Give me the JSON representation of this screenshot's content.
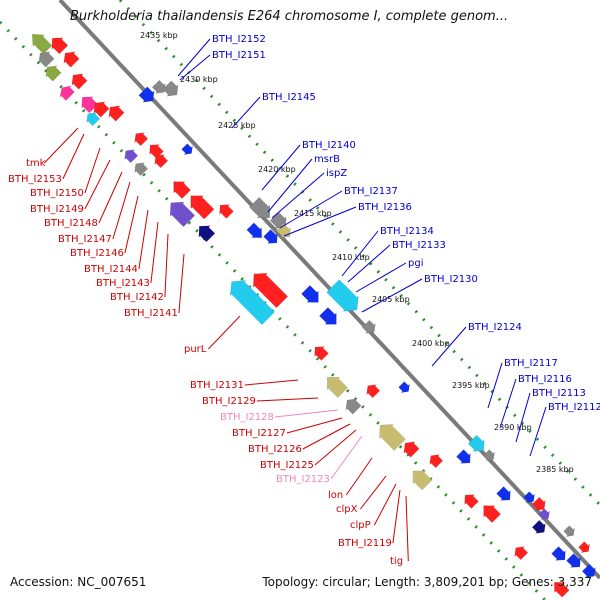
{
  "title": "Burkholderia thailandensis E264 chromosome I, complete genom...",
  "footer": {
    "accession": "Accession: NC_007651",
    "summary": "Topology: circular; Length: 3,809,201 bp; Genes: 3,337"
  },
  "ticks": [
    "2435 kbp",
    "2430 kbp",
    "2425 kbp",
    "2420 kbp",
    "2415 kbp",
    "2410 kbp",
    "2405 kbp",
    "2400 kbp",
    "2395 kbp",
    "2390 kbp",
    "2385 kbp"
  ],
  "forward_labels": [
    "BTH_I2152",
    "BTH_I2151",
    "BTH_I2145",
    "BTH_I2140",
    "msrB",
    "ispZ",
    "BTH_I2137",
    "BTH_I2136",
    "BTH_I2134",
    "BTH_I2133",
    "pgi",
    "BTH_I2130",
    "BTH_I2124",
    "BTH_I2117",
    "BTH_I2116",
    "BTH_I2113",
    "BTH_I2112"
  ],
  "reverse_labels": [
    "tmk",
    "BTH_I2153",
    "BTH_I2150",
    "BTH_I2149",
    "BTH_I2148",
    "BTH_I2147",
    "BTH_I2146",
    "BTH_I2144",
    "BTH_I2143",
    "BTH_I2142",
    "BTH_I2141",
    "purL",
    "BTH_I2131",
    "BTH_I2129",
    "BTH_I2128",
    "BTH_I2127",
    "BTH_I2126",
    "BTH_I2125",
    "BTH_I2123",
    "lon",
    "clpX",
    "clpP",
    "BTH_I2119",
    "tig"
  ],
  "colors": {
    "forward_label": "#0000cc",
    "reverse_label": "#cc0000",
    "pseudo_label": "#ee88bb",
    "backbone": "#7a7a7a",
    "tick_dots": "#2e8b2e",
    "gene_red": "#ff2020",
    "gene_blue": "#1030ee",
    "gene_navy": "#101080",
    "gene_cyan": "#22ccee",
    "gene_purple": "#7050cc",
    "gene_olive": "#c8bc70",
    "gene_gray": "#888888",
    "gene_green": "#88aa40",
    "gene_pink": "#ff3399"
  }
}
